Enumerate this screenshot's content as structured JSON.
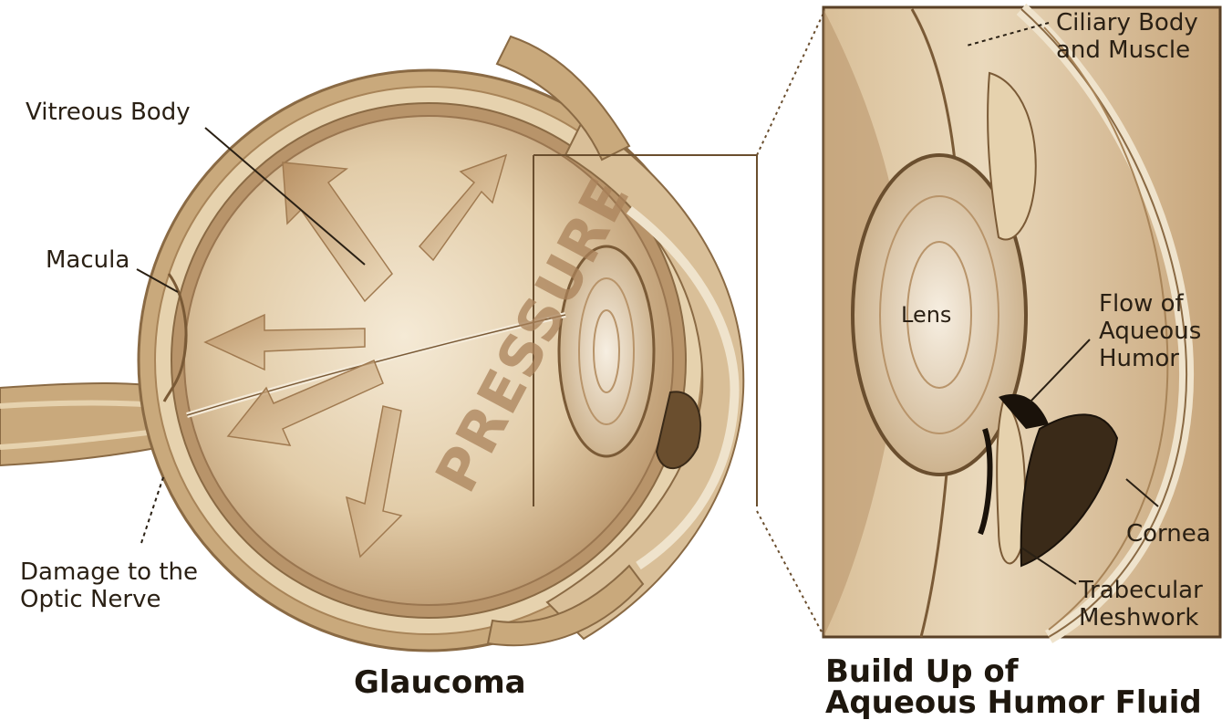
{
  "labels": {
    "vitreous_body": "Vitreous Body",
    "macula": "Macula",
    "damage_line1": "Damage to the",
    "damage_line2": "Optic Nerve",
    "ciliary_line1": "Ciliary Body",
    "ciliary_line2": "and Muscle",
    "lens": "Lens",
    "flow_line1": "Flow of",
    "flow_line2": "Aqueous",
    "flow_line3": "Humor",
    "cornea": "Cornea",
    "trabecular_line1": "Trabecular",
    "trabecular_line2": "Meshwork",
    "pressure": "PRESSURE"
  },
  "captions": {
    "left": "Glaucoma",
    "right_line1": "Build Up of",
    "right_line2": "Aqueous Humor Fluid"
  },
  "colors": {
    "tissue_light": "#efe3cc",
    "tissue_mid": "#c9a97c",
    "tissue_dark": "#8a6a44",
    "ink": "#2a2014",
    "fluid_dark": "#1a120a"
  }
}
